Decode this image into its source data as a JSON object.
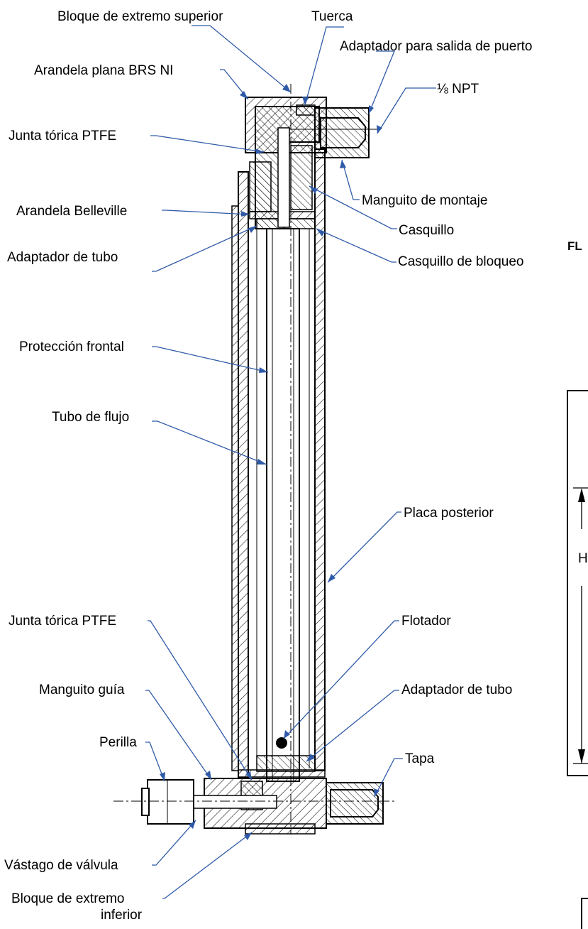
{
  "labels": {
    "top_end_block": "Bloque de extremo superior",
    "nut": "Tuerca",
    "port_adapter": "Adaptador para salida de puerto",
    "npt": "⅛ NPT",
    "flat_washer": "Arandela plana BRS NI",
    "oring_top": "Junta tórica PTFE",
    "mounting_sleeve": "Manguito de montaje",
    "belleville_washer": "Arandela Belleville",
    "bushing": "Casquillo",
    "tube_adapter_top": "Adaptador de tubo",
    "lock_bushing": "Casquillo de bloqueo",
    "front_shield": "Protección frontal",
    "flow_tube": "Tubo de flujo",
    "back_plate": "Placa posterior",
    "oring_bottom": "Junta tórica PTFE",
    "float": "Flotador",
    "guide_sleeve": "Manguito guía",
    "tube_adapter_bottom": "Adaptador de tubo",
    "knob": "Perilla",
    "cap": "Tapa",
    "valve_stem": "Vástago de válvula",
    "bottom_end_block_1": "Bloque de extremo",
    "bottom_end_block_2": "inferior"
  },
  "side_view": {
    "fl_label": "FL",
    "h_label": "H"
  },
  "colors": {
    "leader": "#2f5aa8",
    "lines": "#000000"
  }
}
